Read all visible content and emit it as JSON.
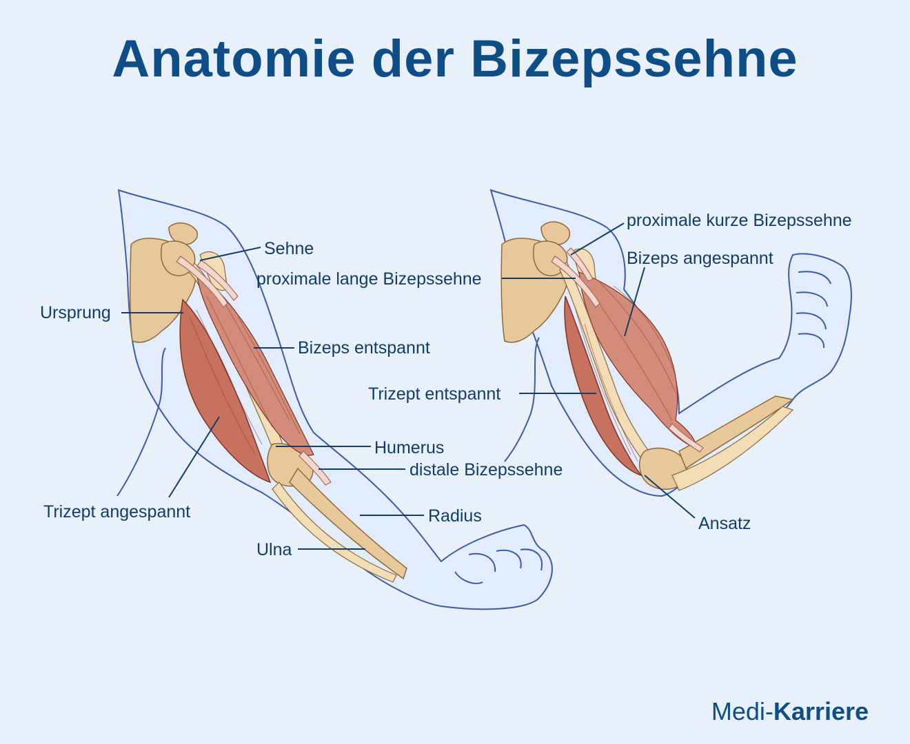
{
  "title": "Anatomie der Bizepssehne",
  "left_labels": {
    "sehne": "Sehne",
    "proximale_lange": "proximale lange Bizepssehne",
    "ursprung": "Ursprung",
    "bizeps_entspannt": "Bizeps entspannt",
    "humerus": "Humerus",
    "distale": "distale Bizepssehne",
    "trizept_angespannt": "Trizept angespannt",
    "radius": "Radius",
    "ulna": "Ulna"
  },
  "right_labels": {
    "proximale_kurze": "proximale kurze Bizepssehne",
    "bizeps_angespannt": "Bizeps angespannt",
    "trizept_entspannt": "Trizept entspannt",
    "ansatz": "Ansatz"
  },
  "logo": {
    "part1": "Medi-",
    "part2": "Karriere"
  },
  "colors": {
    "background": "#e8f0f9",
    "title": "#0e4d86",
    "label": "#123d6b",
    "skin_outline": "#3b5aa9",
    "bone": "#e8c89a",
    "muscle": "#c7715f"
  }
}
